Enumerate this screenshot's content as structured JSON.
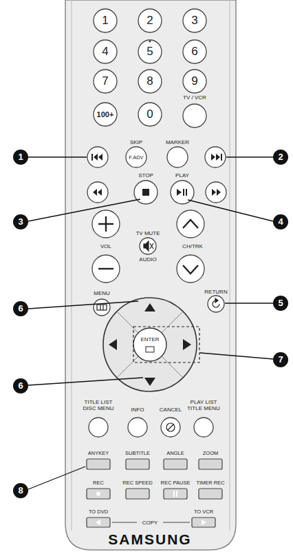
{
  "diagram": {
    "labels": [
      "1",
      "2",
      "3",
      "4",
      "5",
      "6",
      "7",
      "8",
      "9",
      "TV / VCR",
      "100+",
      "0",
      "SKIP",
      "F.ADV",
      "MARKER",
      "STOP",
      "PLAY",
      "TV MUTE",
      "AUDIO",
      "VOL",
      "CH/TRK",
      "MENU",
      "RETURN",
      "ENTER",
      "TITLE LIST DISC MENU",
      "INFO",
      "CANCEL",
      "PLAY LIST TITLE MENU",
      "ANYKEY",
      "SUBTITLE",
      "ANGLE",
      "ZOOM",
      "REC",
      "REC SPEED",
      "REC PAUSE",
      "TIMER REC",
      "TO DVD",
      "COPY",
      "TO VCR",
      "SAMSUNG",
      "1",
      "2",
      "3",
      "4",
      "5",
      "6",
      "7",
      "6",
      "8"
    ]
  }
}
